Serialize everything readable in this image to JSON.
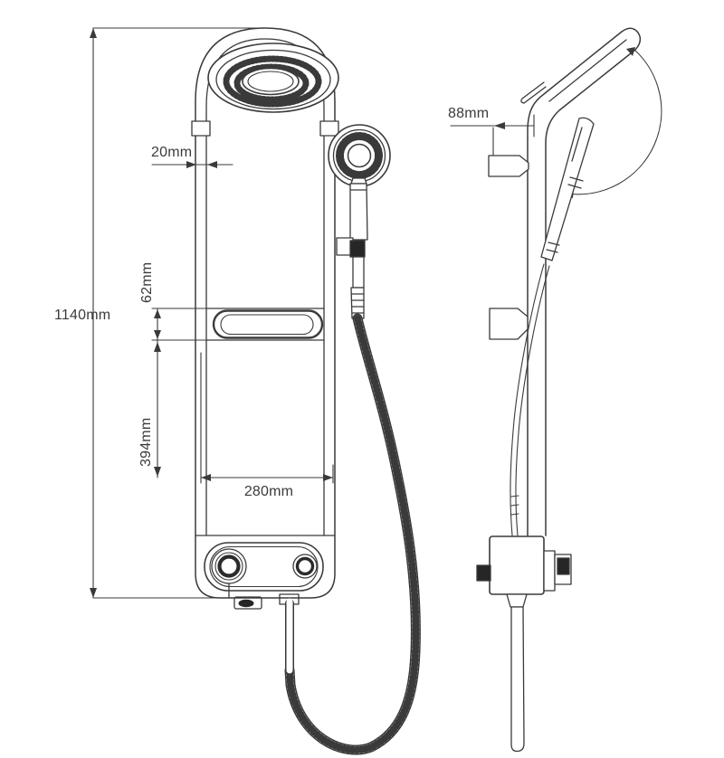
{
  "drawing": {
    "kind": "shower-panel-dimension-diagram",
    "views": {
      "front": "front elevation",
      "side": "side elevation"
    }
  },
  "colors": {
    "background": "#ffffff",
    "line": "#3a3a3a",
    "dark_fill": "#262626",
    "label": "#3b3b3b"
  },
  "labels": {
    "overall_height": "1140mm",
    "tube_width": "20mm",
    "recess_height": "62mm",
    "recess_to_base": "394mm",
    "panel_width": "280mm",
    "wall_clearance": "88mm"
  }
}
